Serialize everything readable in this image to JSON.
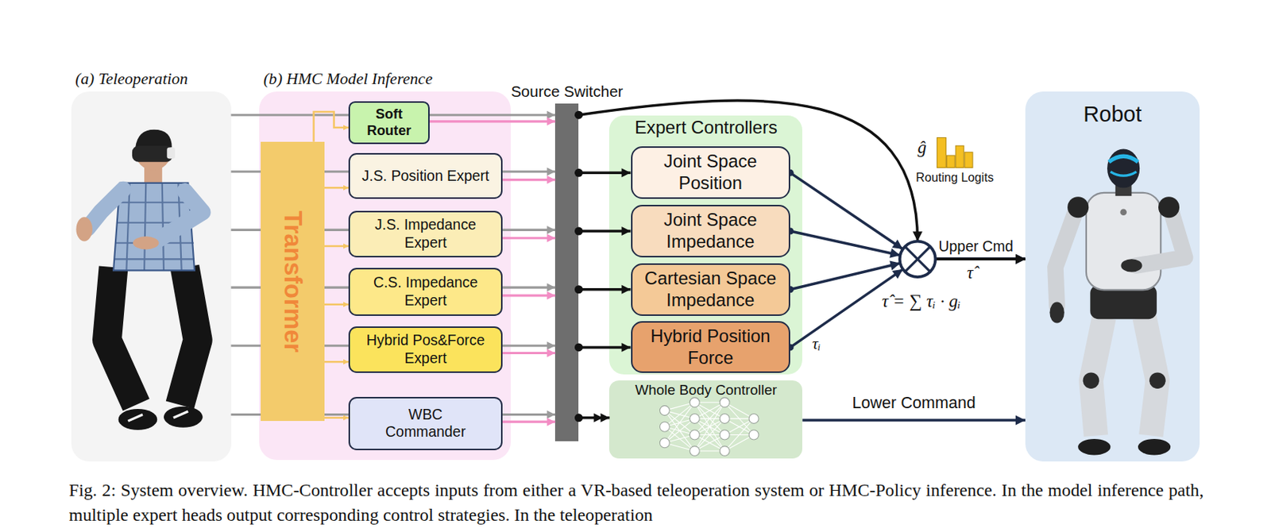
{
  "diagram": {
    "caption": "Fig. 2: System overview. HMC-Controller accepts inputs from either a VR-based teleoperation system or HMC-Policy inference. In the model inference path, multiple expert heads output corresponding control strategies. In the teleoperation",
    "nodes": [
      {
        "text": [
          "(a) Teleoperation"
        ]
      },
      {
        "text": [
          "(b) HMC Model Inference"
        ]
      },
      {
        "text": [
          "Transformer"
        ],
        "in": 1
      },
      {
        "text": [
          "Soft Router"
        ],
        "in": 1
      },
      {
        "text": [
          "J.S. Position Expert"
        ],
        "in": 1
      },
      {
        "text": [
          "J.S. Impedance Expert"
        ],
        "in": 1
      },
      {
        "text": [
          "C.S. Impedance Expert"
        ],
        "in": 1
      },
      {
        "text": [
          "Hybrid Pos&Force Expert"
        ],
        "in": 1
      },
      {
        "text": [
          "WBC Commander"
        ],
        "in": 1
      },
      {
        "text": [
          "Source Switcher"
        ]
      },
      {
        "text": [
          "Expert Controllers"
        ]
      },
      {
        "text": [
          "Joint Space Position"
        ],
        "in": 10
      },
      {
        "text": [
          "Joint Space Impedance"
        ],
        "in": 10
      },
      {
        "text": [
          "Cartesian Space Impedance"
        ],
        "in": 10
      },
      {
        "text": [
          "Hybrid Position Force"
        ],
        "in": 10
      },
      {
        "text": [
          "Whole Body Controller"
        ]
      },
      {
        "text": [
          "Robot"
        ]
      }
    ],
    "edges": [
      {
        "from": 0,
        "to": 9,
        "arrow": "to"
      },
      {
        "from": 0,
        "to": 9,
        "arrow": "to"
      },
      {
        "from": 0,
        "to": 9,
        "arrow": "to"
      },
      {
        "from": 0,
        "to": 9,
        "arrow": "to"
      },
      {
        "from": 0,
        "to": 9,
        "arrow": "to"
      },
      {
        "from": 0,
        "to": 9,
        "arrow": "to"
      },
      {
        "from": 2,
        "to": 3,
        "arrow": "to"
      },
      {
        "from": 2,
        "to": 4,
        "arrow": "to"
      },
      {
        "from": 2,
        "to": 5,
        "arrow": "to"
      },
      {
        "from": 2,
        "to": 6,
        "arrow": "to"
      },
      {
        "from": 2,
        "to": 7,
        "arrow": "to"
      },
      {
        "from": 2,
        "to": 8,
        "arrow": "to"
      },
      {
        "from": 3,
        "to": 9,
        "arrow": "to"
      },
      {
        "from": 4,
        "to": 9,
        "arrow": "to"
      },
      {
        "from": 5,
        "to": 9,
        "arrow": "to"
      },
      {
        "from": 6,
        "to": 9,
        "arrow": "to"
      },
      {
        "from": 7,
        "to": 9,
        "arrow": "to"
      },
      {
        "from": 8,
        "to": 9,
        "arrow": "to"
      },
      {
        "from": 9,
        "to": 11,
        "arrow": "to"
      },
      {
        "from": 9,
        "to": 12,
        "arrow": "to"
      },
      {
        "from": 9,
        "to": 13,
        "arrow": "to"
      },
      {
        "from": 9,
        "to": 14,
        "arrow": "to"
      },
      {
        "from": 9,
        "to": 15,
        "arrow": "to"
      },
      {
        "from": 11,
        "to": 16,
        "arrow": "to"
      },
      {
        "from": 12,
        "to": 16,
        "arrow": "to"
      },
      {
        "from": 13,
        "to": 16,
        "arrow": "to"
      },
      {
        "from": 14,
        "to": 16,
        "arrow": "to"
      },
      {
        "from": 9,
        "to": 16,
        "arrow": "to"
      },
      {
        "from": 15,
        "to": 16,
        "label": "Lower Command",
        "arrow": "to"
      }
    ],
    "labels": [
      "ĝ",
      "Routing Logits",
      "Upper Cmd",
      "τ̂",
      "τ̂ = ∑ τᵢ · gᵢ",
      "τᵢ"
    ]
  }
}
